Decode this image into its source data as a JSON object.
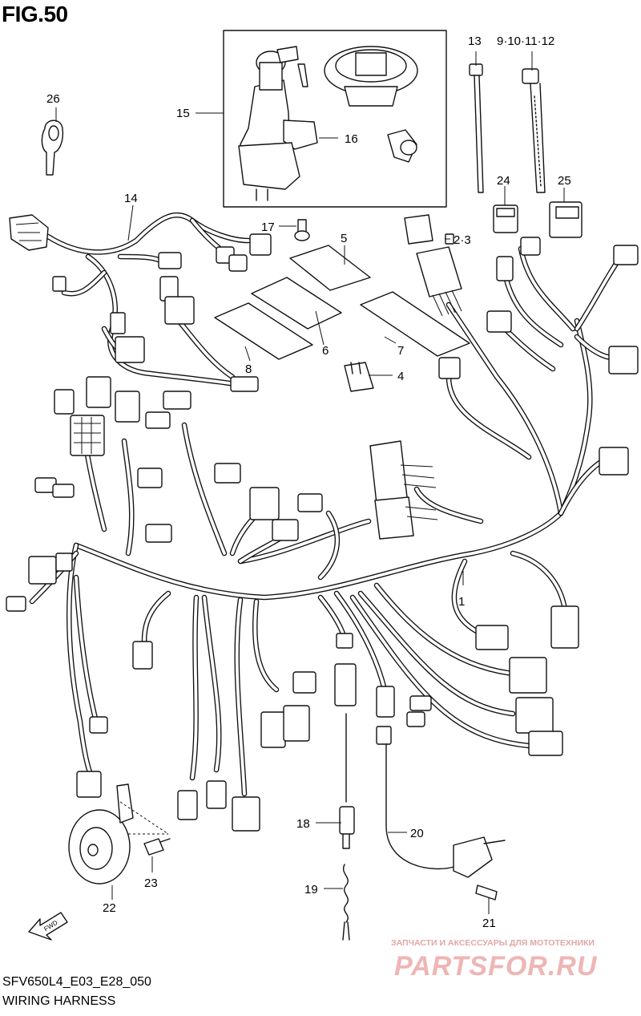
{
  "figure": {
    "title": "FIG.50",
    "code": "SFV650L4_E03_E28_050",
    "name": "WIRING HARNESS"
  },
  "callouts": {
    "c1": "1",
    "c2_3": "2·3",
    "c4": "4",
    "c5": "5",
    "c6": "6",
    "c7": "7",
    "c8": "8",
    "c9_12": "9·10·11·12",
    "c13": "13",
    "c14": "14",
    "c15": "15",
    "c16": "16",
    "c17": "17",
    "c18": "18",
    "c19": "19",
    "c20": "20",
    "c21": "21",
    "c22": "22",
    "c23": "23",
    "c24": "24",
    "c25": "25",
    "c26": "26"
  },
  "fwd_label": "FWD",
  "watermark": {
    "line1": "ЗАПЧАСТИ И АКСЕССУАРЫ ДЛЯ МОТОТЕХНИКИ",
    "logo": "PARTSFOR.RU"
  },
  "colors": {
    "line": "#111111",
    "background": "#ffffff",
    "watermark": "#e1a7a7"
  }
}
